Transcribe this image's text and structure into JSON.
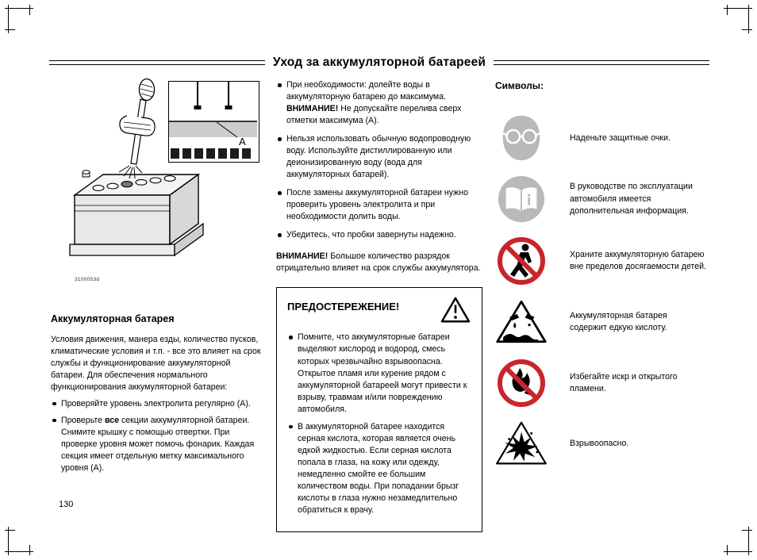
{
  "page": {
    "title": "Уход за аккумуляторной батареей",
    "number": "130"
  },
  "figure": {
    "label_a": "A",
    "code": "3100053d"
  },
  "left": {
    "heading": "Аккумуляторная батарея",
    "intro": "Условия движения, манера езды, количество пусков, климатические условия и т.п. - все это влияет на срок службы и функционирование аккумуляторной батареи. Для обеспечения нормального функционирования аккумуляторной батареи:",
    "bullet1": "Проверяйте уровень электролита регулярно (A).",
    "bullet2_pre": "Проверьте ",
    "bullet2_bold": "все",
    "bullet2_post": " секции аккумуляторной батареи. Снимите крышку с помощью отвертки. При проверке уровня может помочь фонарик. Каждая секция имеет отдельную метку максимального уровня (A)."
  },
  "middle": {
    "bullet1_pre": "При необходимости: долейте воды в аккумуляторную батарею до максимума. ",
    "bullet1_bold": "ВНИМАНИЕ!",
    "bullet1_post": " Не допускайте перелива сверх отметки максимума (A).",
    "bullet2": "Нельзя использовать обычную водопроводную воду. Используйте дистиллированную или деионизированную воду (вода для аккумуляторных батарей).",
    "bullet3": "После замены аккумуляторной батареи нужно проверить уровень электролита и при необходимости долить воды.",
    "bullet4": "Убедитесь, что пробки завернуты надежно.",
    "note_bold": "ВНИМАНИЕ!",
    "note_text": " Большое количество разрядок отрицательно влияет на срок службы аккумулятора.",
    "caution": {
      "title": "ПРЕДОСТЕРЕЖЕНИЕ!",
      "bullet1": "Помните, что аккумуляторные батареи выделяют кислород и водород, смесь которых чрезвычайно взрывоопасна. Открытое пламя или курение рядом с аккумуляторной батареей могут привести к взрыву, травмам и/или повреждению автомобиля.",
      "bullet2": "В аккумуляторной батарее находится серная кислота, которая является очень едкой жидкостью. Если серная кислота попала в глаза, на кожу или одежду, немедленно смойте ее большим количеством воды. При попадании брызг кислоты в глаза нужно незамедлительно обратиться к врачу."
    }
  },
  "symbols": {
    "heading": "Символы:",
    "items": [
      {
        "icon": "safety-goggles-icon",
        "caption": "Наденьте защитные очки."
      },
      {
        "icon": "owners-manual-info-icon",
        "caption": "В руководстве по эксплуатации автомобиля имеется дополнительная информация."
      },
      {
        "icon": "keep-away-from-children-icon",
        "caption": "Храните аккумуляторную батарею вне пределов досягаемости детей."
      },
      {
        "icon": "corrosive-acid-icon",
        "caption": "Аккумуляторная батарея содержит едкую кислоту."
      },
      {
        "icon": "no-sparks-open-flames-icon",
        "caption": "Избегайте искр и открытого пламени."
      },
      {
        "icon": "explosion-hazard-icon",
        "caption": "Взрывоопасно."
      }
    ]
  },
  "colors": {
    "prohibition_red": "#c9252c",
    "icon_gray": "#b9b9b9"
  }
}
